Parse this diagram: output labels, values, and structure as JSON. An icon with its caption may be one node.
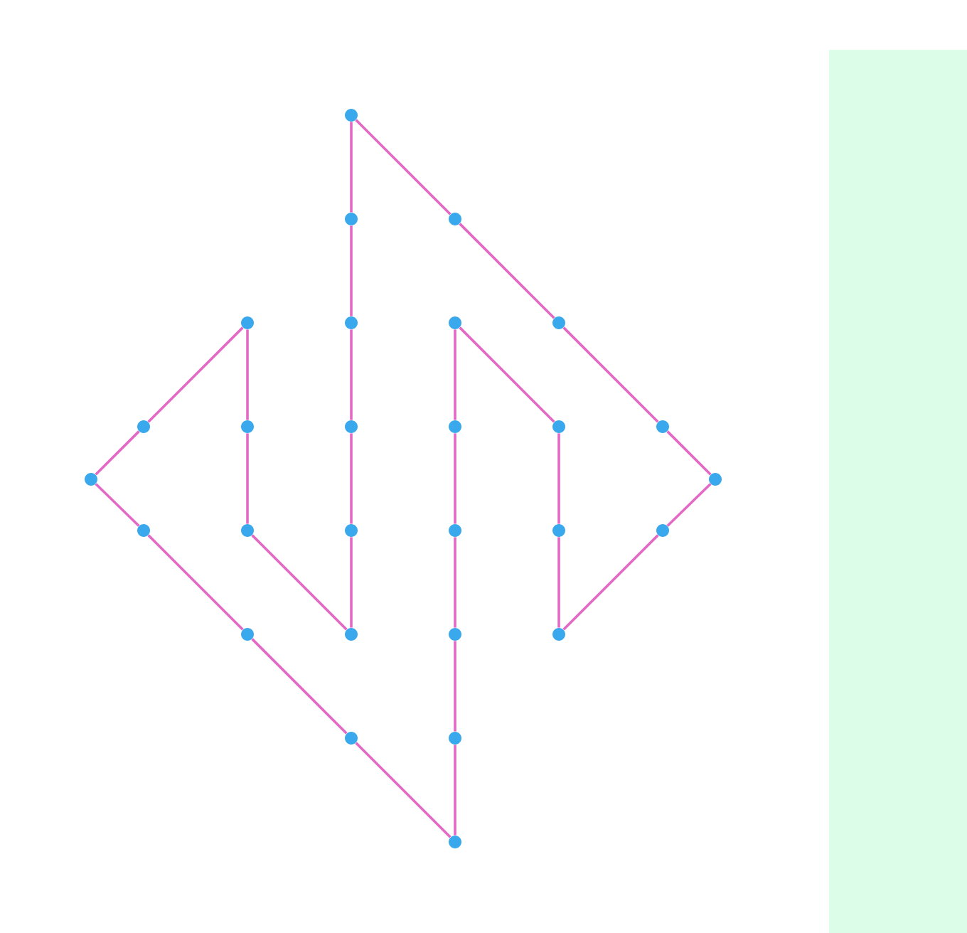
{
  "diagram": {
    "nodes": [
      {
        "text": [],
        "shape": "circle"
      },
      {
        "text": [],
        "shape": "circle"
      },
      {
        "text": [],
        "shape": "circle"
      },
      {
        "text": [],
        "shape": "circle"
      },
      {
        "text": [],
        "shape": "circle"
      },
      {
        "text": [],
        "shape": "circle"
      },
      {
        "text": [],
        "shape": "circle"
      },
      {
        "text": [],
        "shape": "circle"
      },
      {
        "text": [],
        "shape": "circle"
      },
      {
        "text": [],
        "shape": "circle"
      },
      {
        "text": [],
        "shape": "circle"
      },
      {
        "text": [],
        "shape": "circle"
      },
      {
        "text": [],
        "shape": "circle"
      },
      {
        "text": [],
        "shape": "circle"
      },
      {
        "text": [],
        "shape": "circle"
      },
      {
        "text": [],
        "shape": "circle"
      },
      {
        "text": [],
        "shape": "circle"
      },
      {
        "text": [],
        "shape": "circle"
      },
      {
        "text": [],
        "shape": "circle"
      },
      {
        "text": [],
        "shape": "circle"
      },
      {
        "text": [],
        "shape": "circle"
      },
      {
        "text": [],
        "shape": "circle"
      },
      {
        "text": [],
        "shape": "circle"
      },
      {
        "text": [],
        "shape": "circle"
      },
      {
        "text": [],
        "shape": "circle"
      },
      {
        "text": [],
        "shape": "circle"
      },
      {
        "text": [],
        "shape": "circle"
      },
      {
        "text": [],
        "shape": "circle"
      }
    ],
    "edges": [
      {
        "from": 0,
        "to": 1,
        "arrow": "none"
      },
      {
        "from": 1,
        "to": 4,
        "arrow": "none"
      },
      {
        "from": 4,
        "to": 9,
        "arrow": "none"
      },
      {
        "from": 9,
        "to": 17,
        "arrow": "none"
      },
      {
        "from": 17,
        "to": 22,
        "arrow": "none"
      },
      {
        "from": 22,
        "to": 16,
        "arrow": "none"
      },
      {
        "from": 16,
        "to": 8,
        "arrow": "none"
      },
      {
        "from": 8,
        "to": 3,
        "arrow": "none"
      },
      {
        "from": 3,
        "to": 7,
        "arrow": "none"
      },
      {
        "from": 7,
        "to": 13,
        "arrow": "none"
      },
      {
        "from": 13,
        "to": 15,
        "arrow": "none"
      },
      {
        "from": 15,
        "to": 21,
        "arrow": "none"
      },
      {
        "from": 21,
        "to": 25,
        "arrow": "none"
      },
      {
        "from": 25,
        "to": 27,
        "arrow": "none"
      },
      {
        "from": 27,
        "to": 26,
        "arrow": "none"
      },
      {
        "from": 26,
        "to": 23,
        "arrow": "none"
      },
      {
        "from": 23,
        "to": 18,
        "arrow": "none"
      },
      {
        "from": 18,
        "to": 10,
        "arrow": "none"
      },
      {
        "from": 10,
        "to": 5,
        "arrow": "none"
      },
      {
        "from": 5,
        "to": 11,
        "arrow": "none"
      },
      {
        "from": 11,
        "to": 19,
        "arrow": "none"
      },
      {
        "from": 19,
        "to": 24,
        "arrow": "none"
      },
      {
        "from": 24,
        "to": 20,
        "arrow": "none"
      },
      {
        "from": 20,
        "to": 14,
        "arrow": "none"
      },
      {
        "from": 14,
        "to": 12,
        "arrow": "none"
      },
      {
        "from": 12,
        "to": 6,
        "arrow": "none"
      },
      {
        "from": 6,
        "to": 2,
        "arrow": "none"
      },
      {
        "from": 2,
        "to": 0,
        "arrow": "none"
      }
    ]
  }
}
